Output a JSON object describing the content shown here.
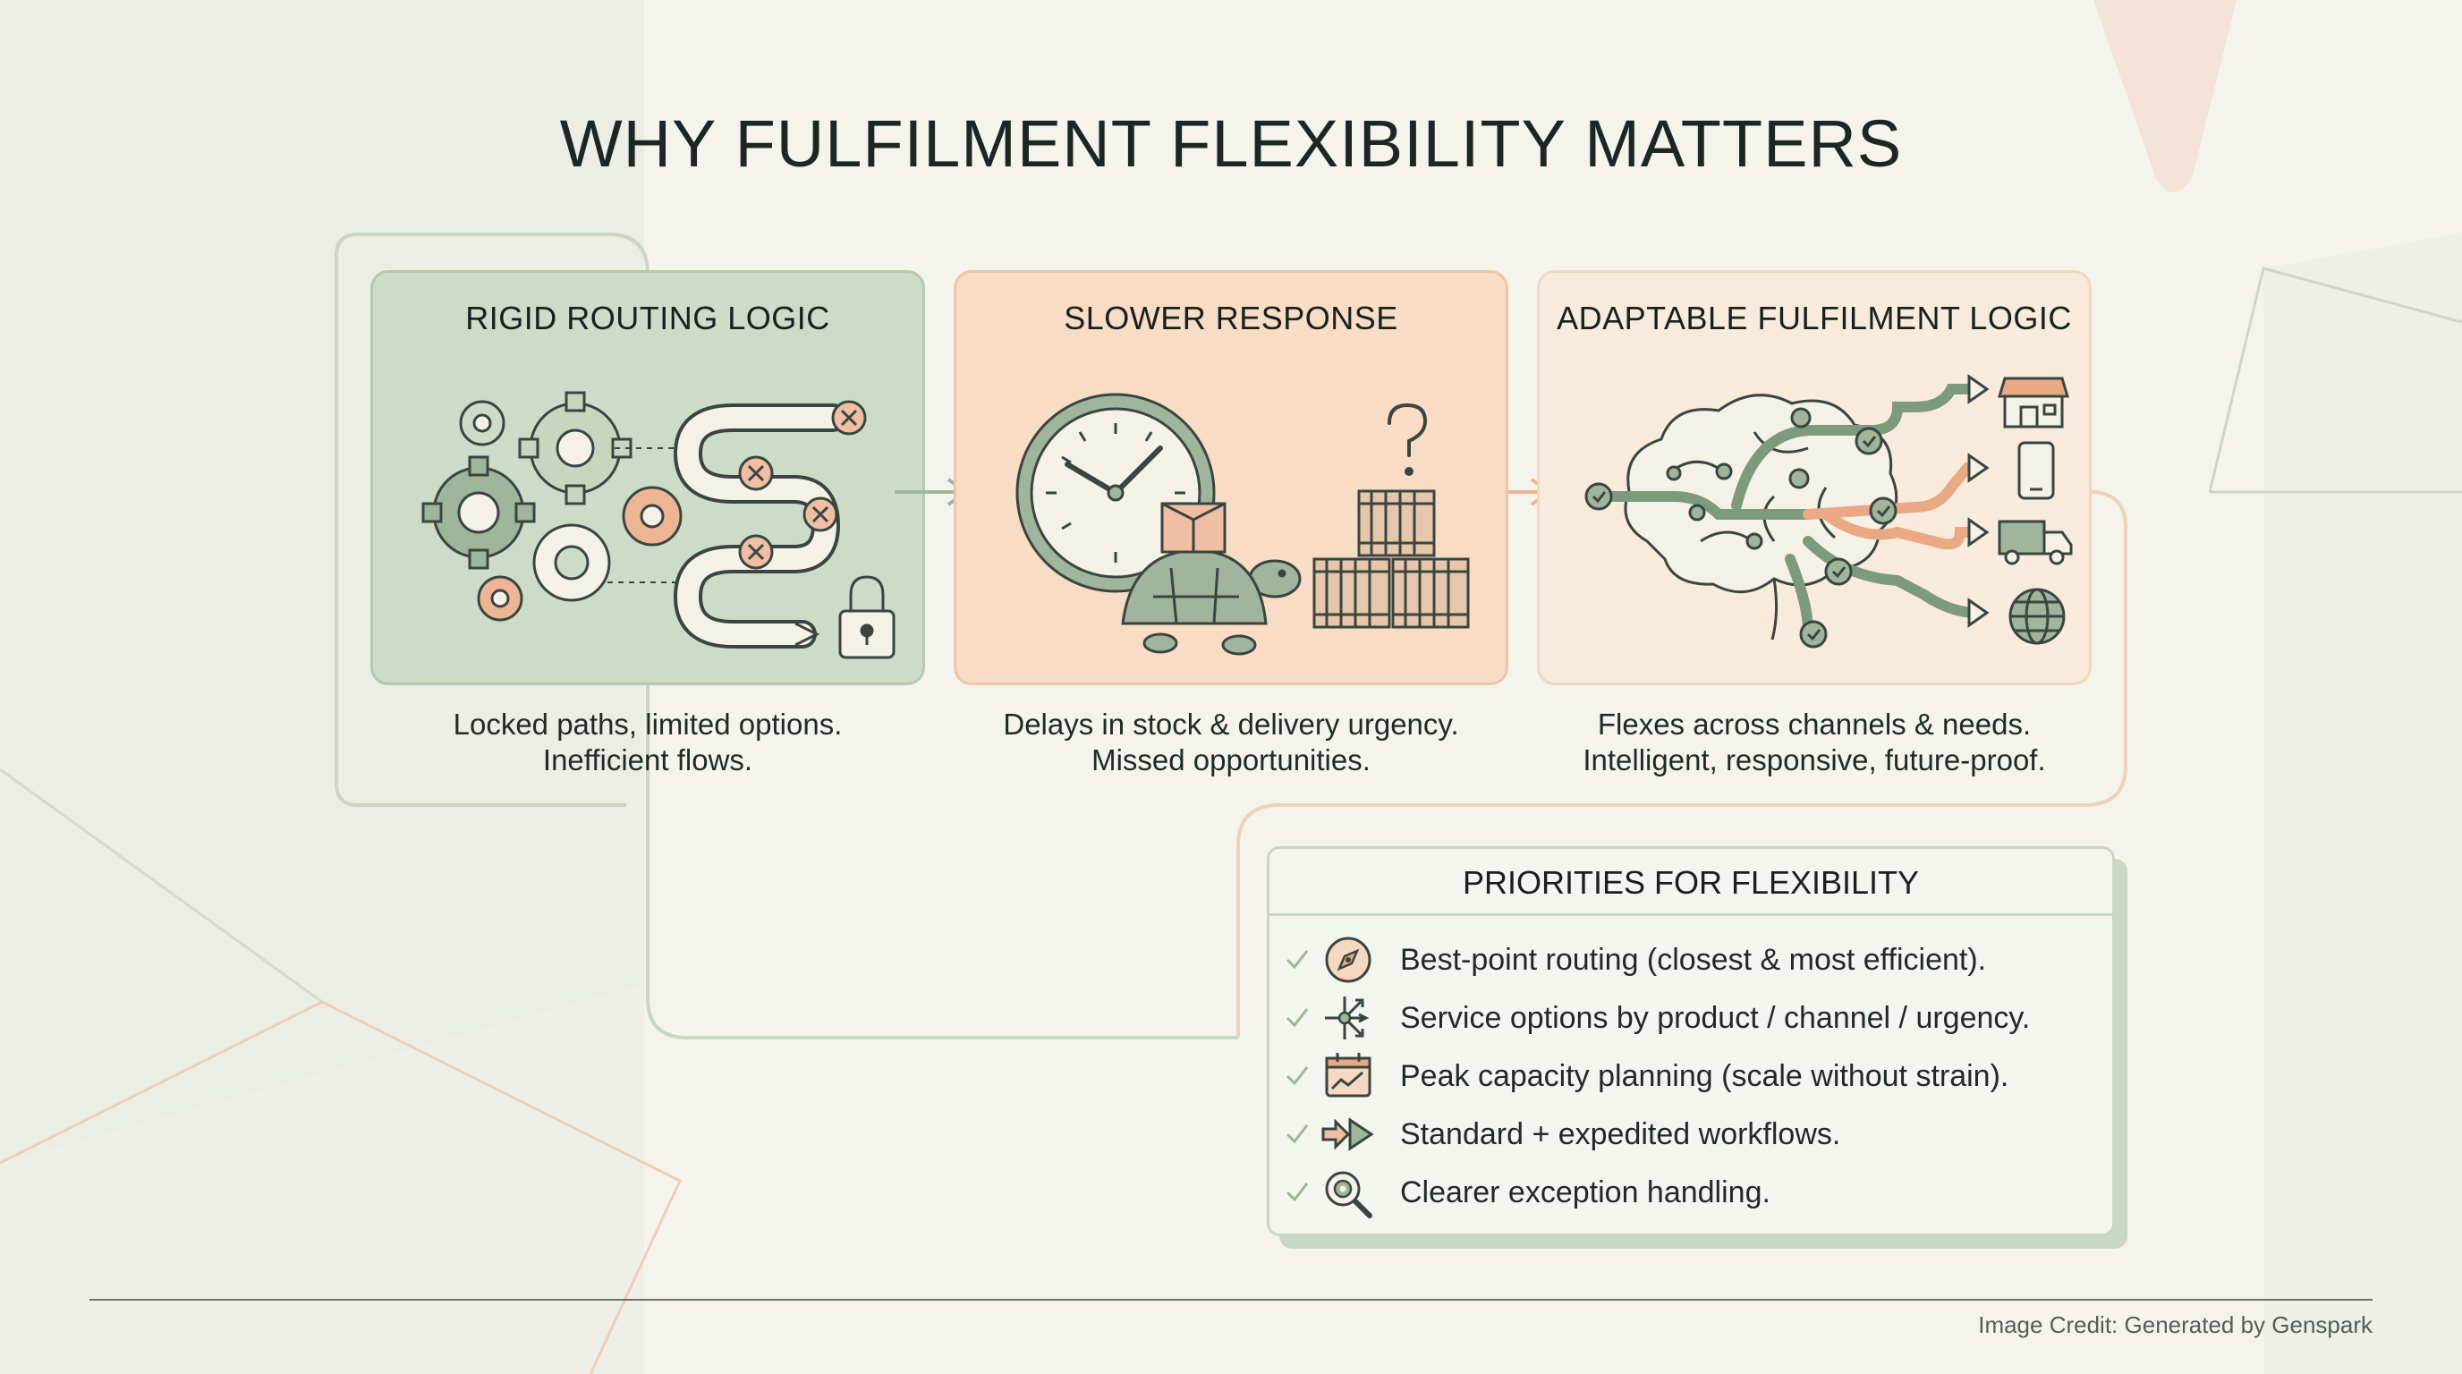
{
  "title": "WHY FULFILMENT FLEXIBILITY MATTERS",
  "colors": {
    "background": "#f5f4ec",
    "green_panel": "#cddcc8",
    "peach_panel": "#f8dcc6",
    "cream_panel": "#f8ebdc",
    "green_accent": "#7c9a7c",
    "peach_accent": "#e9a985",
    "line": "#3a4540"
  },
  "panels": [
    {
      "title": "RIGID ROUTING LOGIC",
      "caption_line1": "Locked paths, limited options.",
      "caption_line2": "Inefficient flows."
    },
    {
      "title": "SLOWER RESPONSE",
      "caption_line1": "Delays in stock & delivery urgency.",
      "caption_line2": "Missed opportunities."
    },
    {
      "title": "ADAPTABLE FULFILMENT LOGIC",
      "caption_line1": "Flexes across channels & needs.",
      "caption_line2": "Intelligent, responsive, future-proof."
    }
  ],
  "priorities": {
    "title": "PRIORITIES FOR FLEXIBILITY",
    "items": [
      {
        "icon": "compass-icon",
        "text": "Best-point routing (closest & most efficient)."
      },
      {
        "icon": "branching-arrows-icon",
        "text": "Service options by product / channel / urgency."
      },
      {
        "icon": "calendar-chart-icon",
        "text": "Peak capacity planning (scale without strain)."
      },
      {
        "icon": "double-arrow-icon",
        "text": "Standard + expedited workflows."
      },
      {
        "icon": "gear-magnifier-icon",
        "text": "Clearer exception handling."
      }
    ]
  },
  "credit": "Image Credit: Generated by Genspark"
}
